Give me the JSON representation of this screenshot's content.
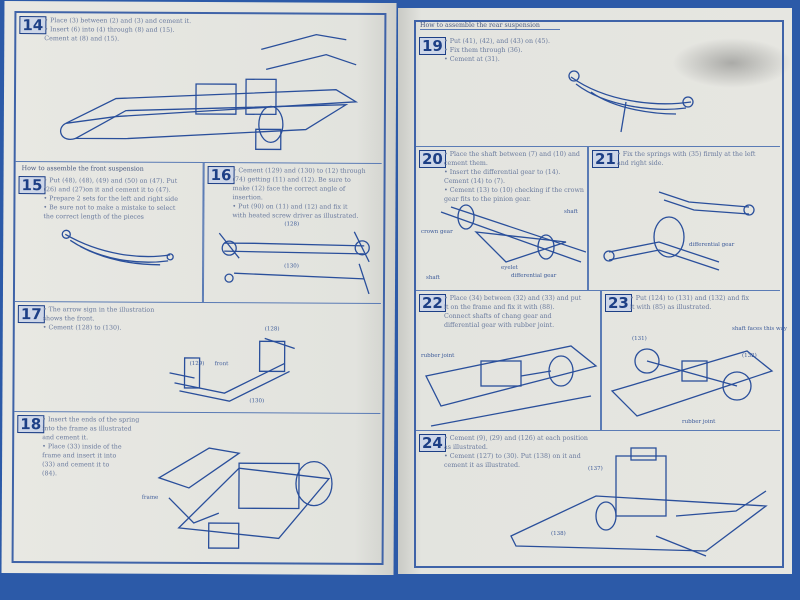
{
  "left_page": {
    "steps": [
      {
        "number": "14",
        "lines": [
          "• Place (3) between (2) and (3) and cement it.",
          "• Insert (6) into (4) through (8) and (15).",
          "  Cement at (8) and (15)."
        ]
      },
      {
        "number": "15",
        "lines": [
          "• Put (48), (48), (49) and (50) on (47). Put",
          "  (26) and (27)on it and cement it to (47).",
          "• Prepare 2 sets for the left and right side",
          "• Be sure not to make a mistake to select",
          "  the correct length of the pieces"
        ]
      },
      {
        "number": "16",
        "lines": [
          "• Cement (129) and (130) to (12) through",
          "  (74) getting (11) and (12). Be sure to",
          "  make (12) face the correct angle of",
          "  insertion.",
          "• Put (90) on (11) and (12) and fix it",
          "  with heated screw driver as illustrated."
        ]
      },
      {
        "number": "17",
        "lines": [
          "• The arrow sign in the illustration",
          "  shows the front.",
          "• Cement (128) to (130)."
        ]
      },
      {
        "number": "18",
        "lines": [
          "• Insert the ends of the spring",
          "  into the frame as illustrated",
          "  and cement it.",
          "• Place (33) inside of the",
          "  frame and insert it into",
          "  (33) and cement it to",
          "  (84)."
        ]
      }
    ],
    "front_heading": "How to assemble the front suspension",
    "labels": {
      "p16_part": "(128)",
      "p16_part2": "(130)",
      "p17_part": "(128)",
      "p17_front": "front",
      "p17_part2": "(130)",
      "p17_part3": "(129)",
      "p18_frame": "frame"
    }
  },
  "right_page": {
    "rear_heading": "How to assemble the rear suspension",
    "steps": [
      {
        "number": "19",
        "lines": [
          "• Put (41), (42), and (43) on (45).",
          "• Fix them through (36).",
          "• Cement at (31)."
        ]
      },
      {
        "number": "20",
        "lines": [
          "• Place the shaft between (7) and (10) and",
          "  cement them.",
          "• Insert the differential gear to (14).",
          "  Cement (14) to (7).",
          "• Cement (13) to (10) checking if the crown",
          "  gear fits to the pinion gear."
        ]
      },
      {
        "number": "21",
        "lines": [
          "• Fix the springs with (35) firmly at the left",
          "  and right side."
        ]
      },
      {
        "number": "22",
        "lines": [
          "• Place (34) between (32) and (33) and put",
          "  it on the frame and fix it with (88).",
          "  Connect shafts of chang gear and",
          "  differential gear with rubber joint."
        ]
      },
      {
        "number": "23",
        "lines": [
          "• Put (124) to (131) and (132) and fix",
          "  it with (85) as illustrated."
        ]
      },
      {
        "number": "24",
        "lines": [
          "• Cement (9), (29) and (126) at each position",
          "  as illustrated.",
          "• Cement (127) to (30). Put (138) on it and",
          "  cement it as illustrated."
        ]
      }
    ],
    "labels": {
      "p20_crown": "crown gear",
      "p20_shaft": "shaft",
      "p20_shaft2": "shaft",
      "p20_eyelet": "eyelet",
      "p20_diff": "differential gear",
      "p21_diff": "differential gear",
      "p22_rubber": "rubber joint",
      "p23_shaft": "shaft faces this way",
      "p23_rubber": "rubber joint",
      "p23_131": "(131)",
      "p23_132": "(132)",
      "p24_137": "(137)",
      "p24_138": "(138)"
    }
  },
  "colors": {
    "background": "#2c5aa8",
    "paper": "#e4e5e0",
    "ink": "#2a4f9b"
  }
}
